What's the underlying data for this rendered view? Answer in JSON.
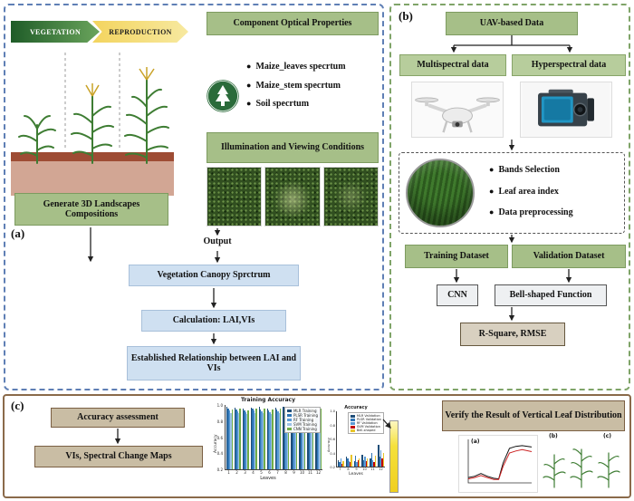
{
  "colors": {
    "panel_a_border": "#5f7fb5",
    "panel_b_border": "#7fa468",
    "panel_c_border": "#8a6a4a",
    "green_box": "#a6bf88",
    "light_green_box": "#b7cd9c",
    "blue_box": "#cfe0f1",
    "tan_box": "#c9bda4",
    "metric_box": "#d8d0c0",
    "banner_green": "#2f6b35",
    "banner_yellow": "#f3d45e",
    "soil_dark": "#9e4c34",
    "soil_light": "#d2a694",
    "colorbar_yellow": "#f0cf1f"
  },
  "panel_a": {
    "label": "(a)",
    "banner_left": "VEGETATION",
    "banner_right": "REPRODUCTION",
    "generate_box": "Generate 3D Landscapes Compositions",
    "component_box": "Component Optical Properties",
    "spectra_bullets": [
      "Maize_leaves specrtum",
      "Maize_stem specrtum",
      "Soil specrtum"
    ],
    "illumination_box": "Illumination and Viewing Conditions",
    "output_label": "Output",
    "flow_boxes": [
      "Vegetation Canopy Sprctrum",
      "Calculation: LAI,VIs",
      "Established Relationship between LAI and VIs"
    ]
  },
  "panel_b": {
    "label": "(b)",
    "uav_box": "UAV-based Data",
    "multispectral_box": "Multispectral data",
    "hyperspectral_box": "Hyperspectral data",
    "process_bullets": [
      "Bands Selection",
      "Leaf area index",
      "Data preprocessing"
    ],
    "training_box": "Training Dataset",
    "validation_box": "Validation Dataset",
    "cnn_box": "CNN",
    "bell_box": "Bell-shaped Function",
    "metrics_box": "R-Square, RMSE"
  },
  "panel_c": {
    "label": "(c)",
    "accuracy_box": "Accuracy assessment",
    "vis_box": "VIs, Spectral Change Maps",
    "verify_box": "Verify the Result of Vertical Leaf Distribution",
    "mini_fig_labels": [
      "(a)",
      "(b)",
      "(c)"
    ]
  },
  "chart_data": [
    {
      "type": "bar",
      "title": "Training Accuracy",
      "xlabel": "Leaves",
      "ylabel": "Accuracy",
      "ylim": [
        0,
        1.0
      ],
      "yticks": [
        0.2,
        0.4,
        0.6,
        0.8,
        1.0
      ],
      "legend_position": "upper right",
      "categories": [
        "1",
        "2",
        "3",
        "4",
        "5",
        "6",
        "7",
        "8",
        "9",
        "10",
        "11",
        "12"
      ],
      "series": [
        {
          "name": "MLR Training",
          "color": "#1f4e79",
          "values": [
            0.97,
            0.96,
            0.95,
            0.96,
            0.97,
            0.95,
            0.96,
            0.97,
            0.96,
            0.95,
            0.96,
            0.97
          ]
        },
        {
          "name": "PLSR Training",
          "color": "#2e75b6",
          "values": [
            0.94,
            0.93,
            0.92,
            0.94,
            0.93,
            0.92,
            0.93,
            0.94,
            0.93,
            0.92,
            0.94,
            0.93
          ]
        },
        {
          "name": "RF Training",
          "color": "#5b9bd5",
          "values": [
            0.91,
            0.9,
            0.89,
            0.91,
            0.9,
            0.89,
            0.9,
            0.91,
            0.9,
            0.89,
            0.91,
            0.9
          ]
        },
        {
          "name": "SVM Training",
          "color": "#9dc3e6",
          "values": [
            0.88,
            0.87,
            0.86,
            0.88,
            0.87,
            0.86,
            0.87,
            0.88,
            0.87,
            0.86,
            0.88,
            0.87
          ]
        },
        {
          "name": "CNN Training",
          "color": "#70ad47",
          "values": [
            0.93,
            0.95,
            0.92,
            0.95,
            0.94,
            0.93,
            0.95,
            0.96,
            0.94,
            0.93,
            0.95,
            0.94
          ]
        }
      ]
    },
    {
      "type": "bar",
      "title": "Accuracy",
      "xlabel": "Leaves",
      "ylabel": "Accuracy",
      "ylim": [
        0,
        1.0
      ],
      "yticks": [
        0.2,
        0.4,
        0.6,
        0.8,
        1.0
      ],
      "legend_position": "upper right",
      "categories": [
        "7",
        "8",
        "9",
        "10",
        "11",
        "12"
      ],
      "series": [
        {
          "name": "MLR Validation",
          "color": "#1f4e79",
          "values": [
            0.12,
            0.18,
            0.1,
            0.22,
            0.15,
            0.4
          ]
        },
        {
          "name": "PLSR Validation",
          "color": "#2e75b6",
          "values": [
            0.08,
            0.14,
            0.2,
            0.12,
            0.25,
            0.18
          ]
        },
        {
          "name": "RF Validation",
          "color": "#5b9bd5",
          "values": [
            0.15,
            0.1,
            0.08,
            0.18,
            0.12,
            0.3
          ]
        },
        {
          "name": "SVM Validation",
          "color": "#c00000",
          "values": [
            0.05,
            0.08,
            0.12,
            0.1,
            0.08,
            0.15
          ]
        },
        {
          "name": "Bell-shaped",
          "color": "#e8c52a",
          "values": [
            0.1,
            0.22,
            0.15,
            0.14,
            0.2,
            0.25
          ]
        }
      ]
    },
    {
      "type": "line",
      "title": "",
      "xlabel": "",
      "ylabel": "",
      "series": [
        {
          "name": "curve-1",
          "color": "#111111",
          "points": [
            [
              0,
              8
            ],
            [
              10,
              10
            ],
            [
              20,
              14
            ],
            [
              30,
              10
            ],
            [
              40,
              7
            ],
            [
              48,
              6
            ],
            [
              55,
              30
            ],
            [
              65,
              52
            ],
            [
              75,
              55
            ],
            [
              85,
              56
            ],
            [
              100,
              54
            ]
          ]
        },
        {
          "name": "curve-2",
          "color": "#cc2222",
          "points": [
            [
              0,
              6
            ],
            [
              10,
              8
            ],
            [
              20,
              11
            ],
            [
              30,
              8
            ],
            [
              40,
              5
            ],
            [
              48,
              5
            ],
            [
              55,
              25
            ],
            [
              65,
              45
            ],
            [
              75,
              48
            ],
            [
              85,
              50
            ],
            [
              100,
              47
            ]
          ]
        }
      ]
    }
  ]
}
